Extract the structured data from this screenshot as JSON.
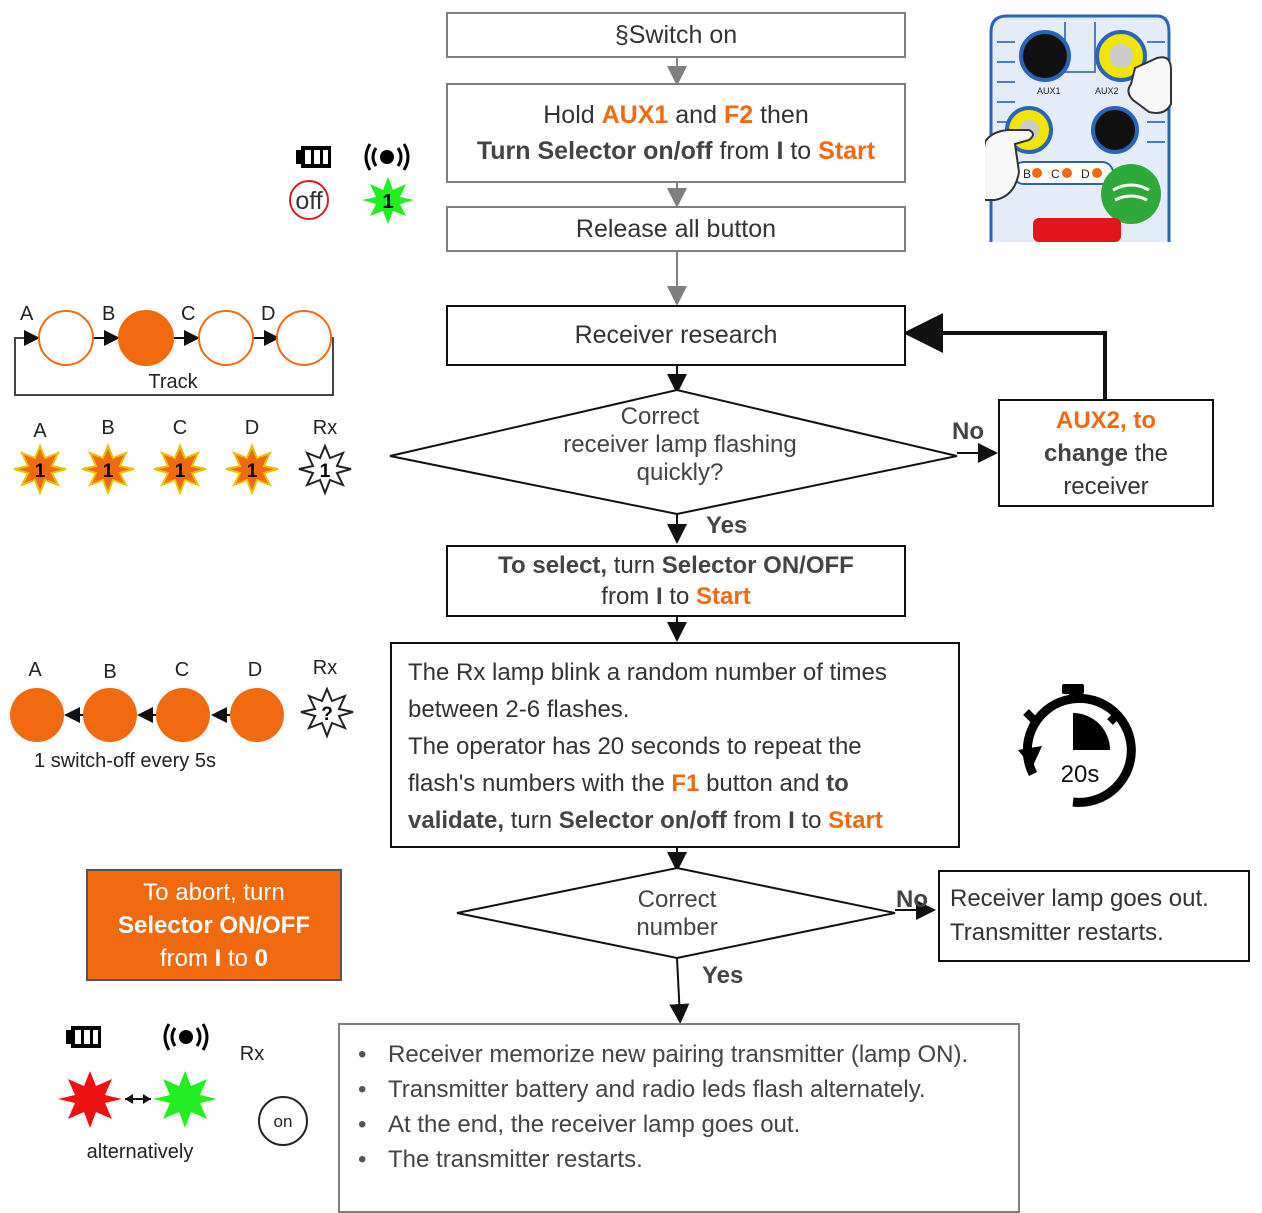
{
  "steps": {
    "switch_on": "§Switch on",
    "hold": {
      "t1": "Hold",
      "aux1": "AUX1",
      "and": "and",
      "f2": "F2",
      "then": "then",
      "turn_sel": "Turn Selector on/off",
      "from": "from",
      "i": "I",
      "to": "to",
      "start": "Start"
    },
    "release": "Release all button",
    "research": "Receiver research",
    "question1": [
      "Correct",
      "receiver lamp flashing",
      "quickly?"
    ],
    "no1": "No",
    "yes1": "Yes",
    "change": {
      "aux2": "AUX2, to",
      "change": "change",
      "the": "the",
      "receiver": "receiver"
    },
    "select": {
      "to_select": "To select,",
      "turn": "turn",
      "selector": "Selector ON/OFF",
      "from": "from",
      "i": "I",
      "to": "to",
      "start": "Start"
    },
    "blink": {
      "l1": "The Rx lamp blink a random number of times",
      "l2": "between 2-6 flashes.",
      "l3": "The operator has 20 seconds to repeat the",
      "l4a": "flash's numbers with the",
      "f1": "F1",
      "l4b": "button and",
      "l4c": "to",
      "l5a": "validate,",
      "l5b": "turn",
      "l5c": "Selector on/off",
      "l5d": "from",
      "i": "I",
      "to": "to",
      "start": "Start"
    },
    "question2": [
      "Correct",
      "number"
    ],
    "no2": "No",
    "yes2": "Yes",
    "fail": [
      "Receiver lamp goes out.",
      "Transmitter restarts."
    ],
    "abort": {
      "l1": "To abort, turn",
      "l2": "Selector ON/OFF",
      "from": "from",
      "i": "I",
      "to": "to",
      "zero": "0"
    },
    "final": [
      "Receiver memorize new pairing transmitter (lamp ON).",
      "Transmitter battery and radio leds flash alternately.",
      "At the end, the receiver lamp goes out.",
      "The transmitter restarts."
    ]
  },
  "legend1": {
    "off": "off",
    "one": "1"
  },
  "track": {
    "labels": [
      "A",
      "B",
      "C",
      "D"
    ],
    "title": "Track"
  },
  "stars_row": {
    "labels": [
      "A",
      "B",
      "C",
      "D",
      "Rx"
    ],
    "value": "1"
  },
  "sequence": {
    "labels": [
      "A",
      "B",
      "C",
      "D",
      "Rx"
    ],
    "rx_value": "?",
    "caption": "1 switch-off every 5s"
  },
  "final_legend": {
    "rx": "Rx",
    "on": "on",
    "caption": "alternatively"
  },
  "timer": {
    "label": "20s"
  },
  "remote": {
    "aux1": "AUX1",
    "aux2": "AUX2",
    "b": "B",
    "c": "C",
    "d": "D"
  },
  "colors": {
    "orange": "#f26a10",
    "green": "#22ee22",
    "red": "#ee1111",
    "accent_blue": "#2a63b8"
  }
}
